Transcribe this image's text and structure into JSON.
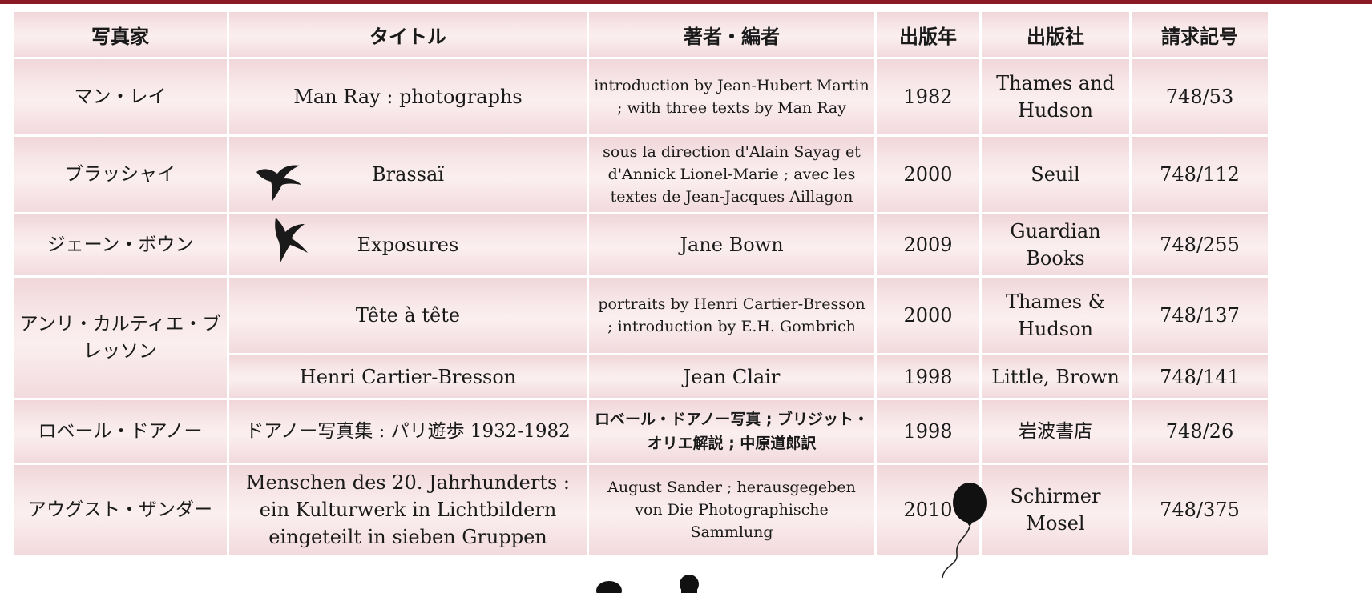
{
  "headers": [
    "写真家",
    "タイトル",
    "著者・編者",
    "出版年",
    "出版社",
    "請求記号"
  ],
  "rows": [
    {
      "photographer": "マン・レイ",
      "title": "Man Ray : photographs",
      "author": "introduction by Jean-Hubert Martin ; with three texts by Man Ray",
      "year": "1982",
      "publisher": "Thames and Hudson",
      "call_number": "748/53"
    },
    {
      "photographer": "ブラッシャイ",
      "title": "Brassaï",
      "author": "sous la direction d'Alain Sayag et d'Annick Lionel-Marie ; avec les textes de Jean-Jacques Aillagon",
      "year": "2000",
      "publisher": "Seuil",
      "call_number": "748/112"
    },
    {
      "photographer": "ジェーン・ボウン",
      "title": "Exposures",
      "author": "Jane Bown",
      "year": "2009",
      "publisher": "Guardian Books",
      "call_number": "748/255"
    },
    {
      "photographer": "アンリ・カルティエ・ブレッソン",
      "title": "Tête à tête",
      "author": "portraits by Henri Cartier-Bresson ; introduction by E.H. Gombrich",
      "year": "2000",
      "publisher": "Thames & Hudson",
      "call_number": "748/137"
    },
    {
      "photographer": "",
      "title": "Henri Cartier-Bresson",
      "author": "Jean Clair",
      "year": "1998",
      "publisher": "Little, Brown",
      "call_number": "748/141"
    },
    {
      "photographer": "ロベール・ドアノー",
      "title": "ドアノー写真集 : パリ遊歩 1932-1982",
      "author": "ロベール・ドアノー写真 ; ブリジット・オリエ解説 ; 中原道郎訳",
      "year": "1998",
      "publisher": "岩波書店",
      "call_number": "748/26"
    },
    {
      "photographer": "アウグスト・ザンダー",
      "title": "Menschen des 20. Jahrhunderts : ein Kulturwerk in Lichtbildern eingeteilt in sieben Gruppen",
      "author": "August Sander ; herausgegeben von Die Photographische Sammlung",
      "year": "2010",
      "publisher": "Schirmer Mosel",
      "call_number": "748/375"
    }
  ],
  "decorations": [
    "swallow-icon",
    "swallow-icon",
    "balloon-icon",
    "silhouette-icon"
  ],
  "colors": {
    "top_bar": "#8b1a24",
    "cell_bg": "#f7e6e8"
  }
}
